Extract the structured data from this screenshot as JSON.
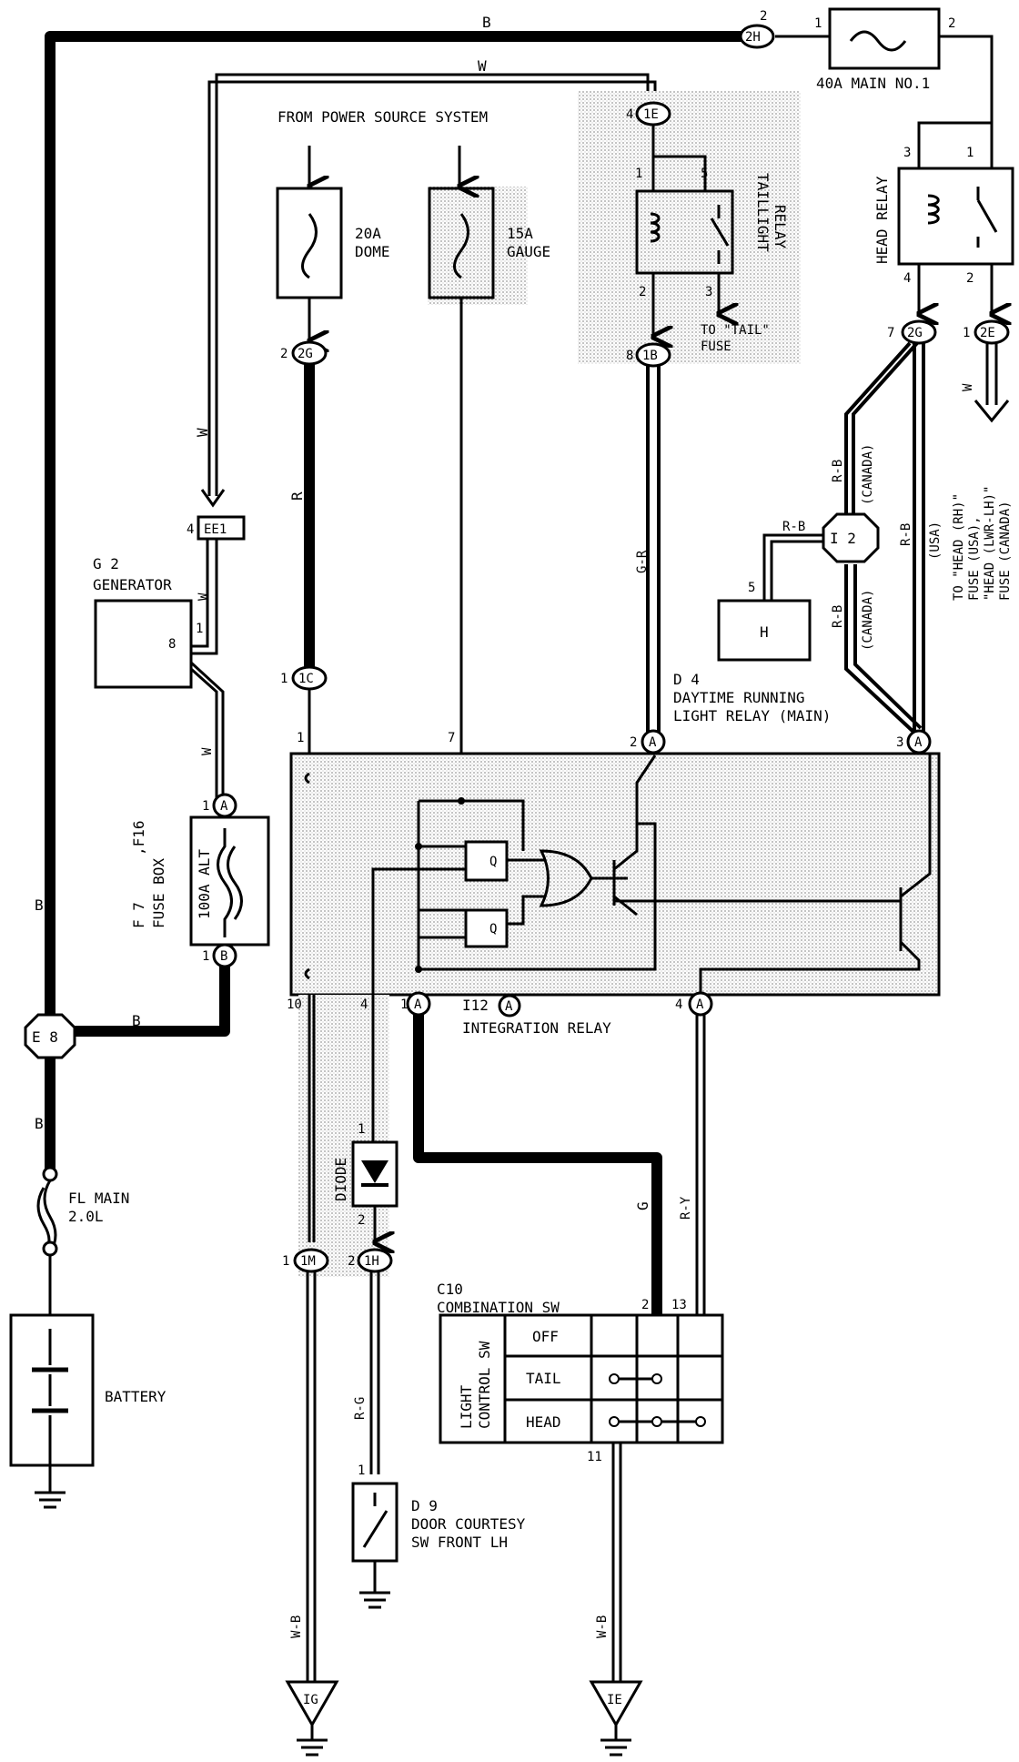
{
  "header": {
    "power_source": "FROM POWER SOURCE SYSTEM"
  },
  "fuses": {
    "main1": {
      "label": "40A MAIN NO.1",
      "pin1": "1",
      "pin2": "2"
    },
    "dome": {
      "amp": "20A",
      "name": "DOME"
    },
    "gauge": {
      "amp": "15A",
      "name": "GAUGE"
    },
    "alt": {
      "label": "100A ALT"
    },
    "fl_main": {
      "line1": "FL MAIN",
      "line2": "2.0L"
    }
  },
  "relays": {
    "head": {
      "name": "HEAD RELAY",
      "pins": [
        "3",
        "1",
        "4",
        "2"
      ]
    },
    "tail": {
      "line1": "TAILLIGHT",
      "line2": "RELAY",
      "pins": [
        "1",
        "5",
        "2",
        "3"
      ],
      "to_tail_1": "TO \"TAIL\"",
      "to_tail_2": "FUSE"
    }
  },
  "connectors": {
    "c2H": {
      "id": "2H",
      "pin": "2"
    },
    "c1E": {
      "id": "1E",
      "pin": "4"
    },
    "c2G_dome": {
      "id": "2G",
      "pin": "2"
    },
    "c1B": {
      "id": "1B",
      "pin": "8"
    },
    "c2G_head": {
      "id": "2G",
      "pin": "7"
    },
    "c2E": {
      "id": "2E",
      "pin": "1"
    },
    "cEE1": {
      "id": "EE1",
      "pin": "4"
    },
    "c1C": {
      "id": "1C",
      "pin": "1"
    },
    "c1M": {
      "id": "1M",
      "pin": "1"
    },
    "c1H": {
      "id": "1H",
      "pin": "2"
    },
    "cE8": {
      "id": "E 8"
    },
    "cI2": {
      "id": "I 2"
    },
    "ground_IG": "IG",
    "ground_IE": "IE"
  },
  "components": {
    "generator": {
      "code": "G 2",
      "name": "GENERATOR",
      "pin_inner": "8",
      "pin": "1"
    },
    "fuse_box": {
      "code_a": "F 7",
      "code_b": ",F16",
      "name": "FUSE BOX",
      "badge_a": "A",
      "badge_b": "B",
      "pin_a": "1",
      "pin_b": "1"
    },
    "h_box": {
      "label": "H",
      "pin": "5"
    },
    "battery": {
      "label": "BATTERY"
    },
    "diode": {
      "label": "DIODE",
      "pin_top": "1",
      "pin_bottom": "2"
    },
    "drl_relay": {
      "code": "D 4",
      "line1": "DAYTIME RUNNING",
      "line2": "LIGHT RELAY (MAIN)",
      "pin_left": "2",
      "pin_right": "3",
      "badge": "A"
    },
    "integration": {
      "code": "I12",
      "badge": "A",
      "name": "INTEGRATION RELAY",
      "pins_top": [
        "1",
        "7"
      ],
      "pins_bottom": [
        "10",
        "4",
        "1",
        "4"
      ]
    },
    "door_sw": {
      "code": "D 9",
      "line1": "DOOR COURTESY",
      "line2": "SW FRONT LH",
      "pin": "1"
    },
    "combo_sw": {
      "code": "C10",
      "name": "COMBINATION SW",
      "side_label_1": "LIGHT",
      "side_label_2": "CONTROL SW",
      "pins_top": [
        "2",
        "13"
      ],
      "pin_bottom": "11",
      "rows": [
        "OFF",
        "TAIL",
        "HEAD"
      ]
    },
    "head_fuse_note": [
      "TO \"HEAD (RH)\"",
      "FUSE (USA),",
      "\"HEAD (LWR-LH)\"",
      "FUSE (CANADA)"
    ]
  },
  "wires": {
    "B": "B",
    "W": "W",
    "R": "R",
    "G-R": "G-R",
    "R-B": "R-B",
    "G": "G",
    "R-Y": "R-Y",
    "R-G": "R-G",
    "W-B": "W-B",
    "canada": "(CANADA)",
    "usa": "(USA)"
  },
  "logic": {
    "q1": "Q",
    "q2": "Q"
  }
}
